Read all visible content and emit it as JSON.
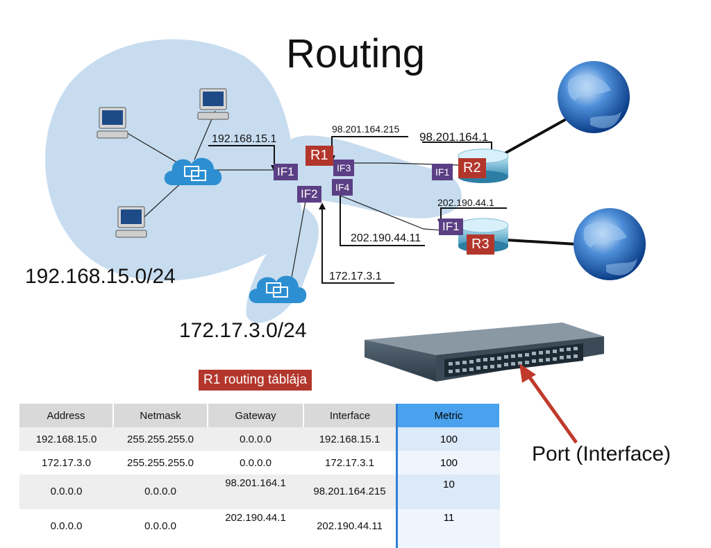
{
  "title": "Routing",
  "networks": {
    "lan1": "192.168.15.0/24",
    "lan2": "172.17.3.0/24"
  },
  "addresses": {
    "r1_if1": "192.168.15.1",
    "r1_if3": "98.201.164.215",
    "r2_if1": "98.201.164.1",
    "r3_if1": "202.190.44.1",
    "r1_if4": "202.190.44.11",
    "r1_if2": "172.17.3.1"
  },
  "routers": {
    "r1": "R1",
    "r2": "R2",
    "r3": "R3"
  },
  "interfaces": {
    "r1_if1": "IF1",
    "r1_if2": "IF2",
    "r1_if3": "IF3",
    "r1_if4": "IF4",
    "r2_if1": "IF1",
    "r3_if1": "IF1"
  },
  "table_caption": "R1 routing táblája",
  "port_label": "Port (Interface)",
  "routing_table": {
    "headers": [
      "Address",
      "Netmask",
      "Gateway",
      "Interface",
      "Metric"
    ],
    "rows": [
      [
        "192.168.15.0",
        "255.255.255.0",
        "0.0.0.0",
        "192.168.15.1",
        "100"
      ],
      [
        "172.17.3.0",
        "255.255.255.0",
        "0.0.0.0",
        "172.17.3.1",
        "100"
      ],
      [
        "0.0.0.0",
        "0.0.0.0",
        "98.201.164.1",
        "98.201.164.215",
        "10"
      ],
      [
        "0.0.0.0",
        "0.0.0.0",
        "202.190.44.1",
        "202.190.44.11",
        "11"
      ]
    ]
  },
  "colors": {
    "lan_area": "#c7dcef",
    "interface_tag": "#5b3f85",
    "router_tag": "#b3362c",
    "metric_header": "#4aa2ee",
    "arrow": "#c0392b"
  },
  "icons": {
    "pc": "desktop-computer-icon",
    "cloud": "network-cloud-icon",
    "router": "router-icon",
    "globe": "internet-globe-icon",
    "switch": "network-switch-icon"
  }
}
